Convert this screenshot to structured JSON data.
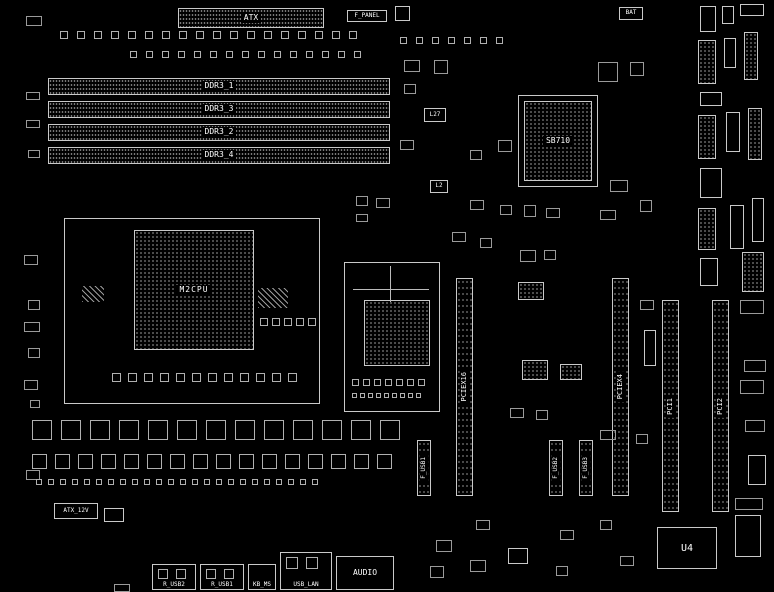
{
  "board": {
    "connectors": {
      "atx": "ATX",
      "f_panel": "F_PANEL",
      "bat": "BAT",
      "atx_12v": "ATX_12V",
      "usb_lan": "USB_LAN",
      "audio": "AUDIO",
      "r_usb1": "R_USB1",
      "r_usb2": "R_USB2",
      "kb_ms": "KB_MS"
    },
    "memory_slots": [
      {
        "label": "DDR3_1"
      },
      {
        "label": "DDR3_3"
      },
      {
        "label": "DDR3_2"
      },
      {
        "label": "DDR3_4"
      }
    ],
    "chips": {
      "cpu_socket": "M2CPU",
      "southbridge": "SB710",
      "u4": "U4"
    },
    "expansion_slots": {
      "pciex16": "PCIEX16",
      "pciex4": "PCIEX4",
      "pci1": "PCI1",
      "pci2": "PCI2"
    },
    "headers": {
      "f_usb1": "F_USB1",
      "f_usb2": "F_USB2",
      "f_usb3": "F_USB3"
    },
    "refdes": {
      "l27": "L27",
      "l2": "L2"
    }
  }
}
